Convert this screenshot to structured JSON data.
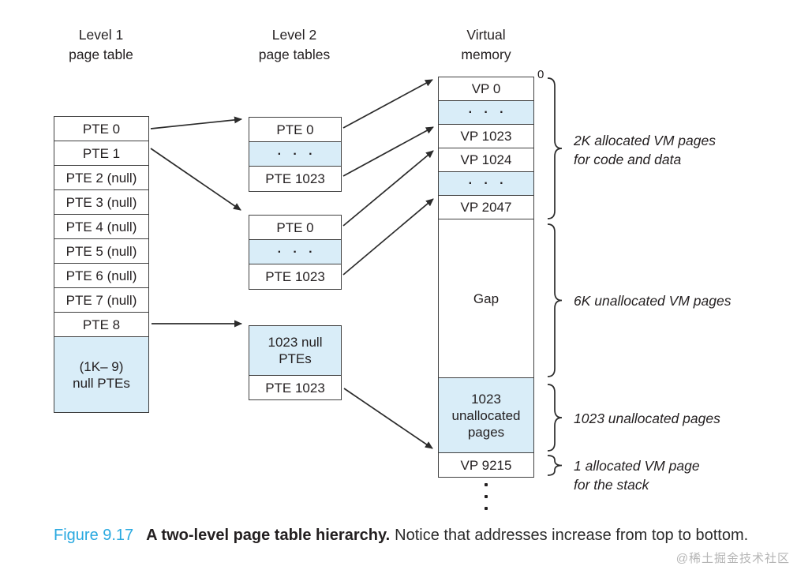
{
  "colors": {
    "cell_shade": "#d9edf8",
    "line": "#404040",
    "text": "#231f20",
    "figure_label_accent": "#29a9e0",
    "watermark_gray": "#b5b5b5"
  },
  "headers": {
    "level1": "Level 1\npage table",
    "level2": "Level 2\npage tables",
    "vm": "Virtual\nmemory"
  },
  "l1": {
    "rows": [
      "PTE 0",
      "PTE 1",
      "PTE 2 (null)",
      "PTE 3 (null)",
      "PTE 4 (null)",
      "PTE 5 (null)",
      "PTE 6 (null)",
      "PTE 7 (null)",
      "PTE 8"
    ],
    "null_block": "(1K– 9)\nnull PTEs"
  },
  "l2": {
    "t1": {
      "r0": "PTE 0",
      "dots": "· · ·",
      "r2": "PTE 1023"
    },
    "t2": {
      "r0": "PTE 0",
      "dots": "· · ·",
      "r2": "PTE 1023"
    },
    "t3": {
      "null_block": "1023 null\nPTEs",
      "r1": "PTE 1023"
    }
  },
  "vm": {
    "zero_label": "0",
    "rows": [
      "VP 0",
      "· · ·",
      "VP 1023",
      "VP 1024",
      "· · ·",
      "VP 2047",
      "Gap",
      "1023 unallocated pages",
      "VP 9215"
    ]
  },
  "annotations": {
    "a1": "2K allocated VM pages\nfor code and data",
    "a2": "6K unallocated VM pages",
    "a3": "1023 unallocated pages",
    "a4": "1 allocated VM page\nfor the stack"
  },
  "caption": {
    "figure": "Figure 9.17",
    "title": "A two-level page table hierarchy.",
    "text": "Notice that addresses increase from top to bottom."
  },
  "watermark": "@稀土掘金技术社区"
}
